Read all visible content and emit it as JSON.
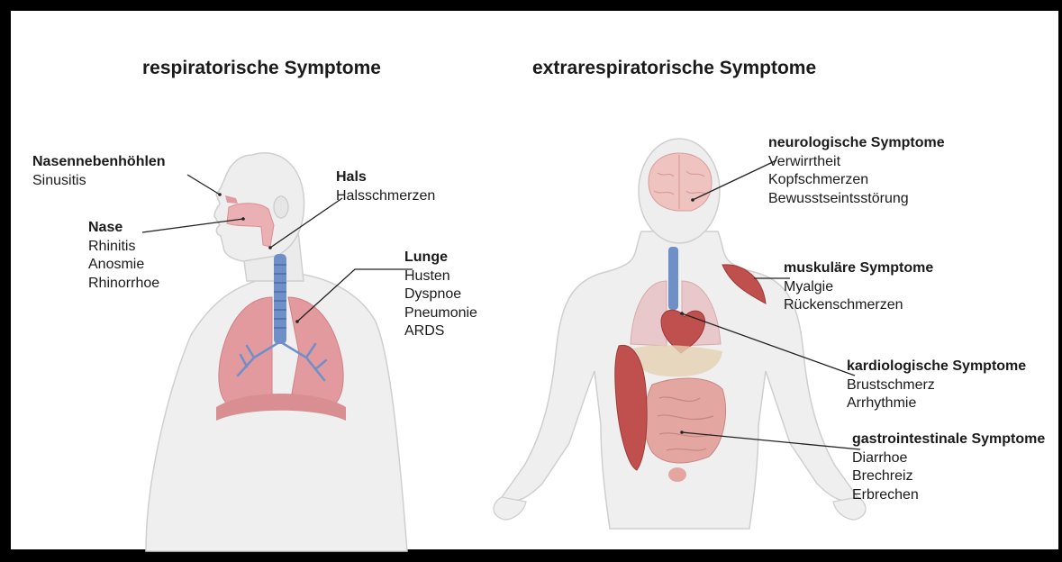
{
  "headings": {
    "left": "respiratorische Symptome",
    "right": "extrarespiratorische Symptome"
  },
  "labels": {
    "nasennebenhoehlen": {
      "title": "Nasennebenhöhlen",
      "items": [
        "Sinusitis"
      ]
    },
    "nase": {
      "title": "Nase",
      "items": [
        "Rhinitis",
        "Anosmie",
        "Rhinorrhoe"
      ]
    },
    "hals": {
      "title": "Hals",
      "items": [
        "Halsschmerzen"
      ]
    },
    "lunge": {
      "title": "Lunge",
      "items": [
        "Husten",
        "Dyspnoe",
        "Pneumonie",
        "ARDS"
      ]
    },
    "neuro": {
      "title": "neurologische Symptome",
      "items": [
        "Verwirrtheit",
        "Kopfschmerzen",
        "Bewusstseintsstörung"
      ]
    },
    "muskel": {
      "title": "muskuläre Symptome",
      "items": [
        "Myalgie",
        "Rückenschmerzen"
      ]
    },
    "kardio": {
      "title": "kardiologische Symptome",
      "items": [
        "Brustschmerz",
        "Arrhythmie"
      ]
    },
    "gastro": {
      "title": "gastrointestinale Symptome",
      "items": [
        "Diarrhoe",
        "Brechreiz",
        "Erbrechen"
      ]
    }
  },
  "colors": {
    "skin": "#efefef",
    "skin_outline": "#c9c9c9",
    "lung": "#e39a9e",
    "trachea": "#6f8fc9",
    "muscle": "#c0504d",
    "brain": "#efc3c0",
    "intestine": "#e3a6a1"
  }
}
